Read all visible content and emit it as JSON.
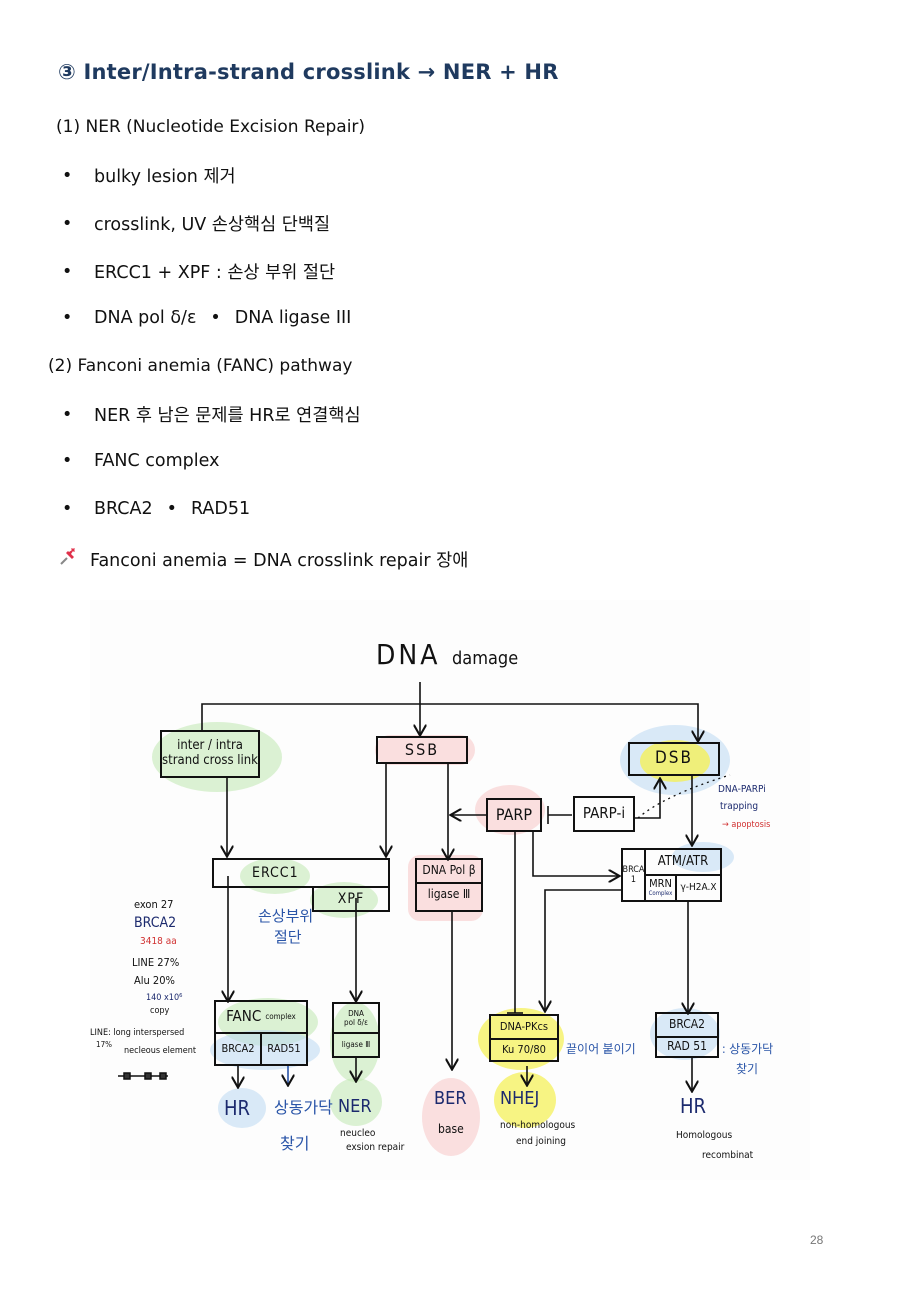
{
  "heading": "③ Inter/Intra-strand crosslink → NER + HR",
  "section1": {
    "title": "(1) NER (Nucleotide Excision Repair)",
    "bullets": [
      "bulky lesion 제거",
      "crosslink, UV 손상핵심 단백질",
      "ERCC1 + XPF : 손상 부위 절단"
    ],
    "inline_bullets": [
      "DNA pol δ/ε",
      "DNA ligase III"
    ]
  },
  "section2": {
    "title": "(2) Fanconi anemia (FANC) pathway",
    "bullets": [
      "NER 후 남은 문제를 HR로 연결핵심",
      "FANC complex"
    ],
    "inline_bullets": [
      "BRCA2",
      "RAD51"
    ]
  },
  "note": {
    "icon": "pushpin-icon",
    "text": "Fanconi anemia = DNA crosslink repair 장애"
  },
  "bullet_char": "•",
  "diagram": {
    "title_dna": "DNA",
    "title_damage": "damage",
    "crosslink_line1": "inter / intra",
    "crosslink_line2": "strand cross link",
    "ssb": "SSB",
    "dsb": "DSB",
    "parp": "PARP",
    "parp_i": "PARP-i",
    "trapping_line1": "DNA-PARPi",
    "trapping_line2": "trapping",
    "trapping_line3": "→ apoptosis",
    "ercc1": "ERCC1",
    "xpf": "XPF",
    "cut_note_line1": "손상부위",
    "cut_note_line2": "절단",
    "polb": "DNA Pol β",
    "ligase3_a": "ligase Ⅲ",
    "brca1_line1": "BRCA",
    "brca1_line2": "1",
    "atm_atr": "ATM/ATR",
    "mrn": "MRN",
    "mrn_sub": "Complex",
    "h2ax": "γ-H2A.X",
    "side_notes": [
      "exon 27",
      "BRCA2",
      "3418 aa",
      "LINE 27%",
      "Alu 20%",
      "140 x10⁶",
      "copy"
    ],
    "line_note_1": "LINE: long interspersed",
    "line_note_2": "17%",
    "line_note_3": "necleous element",
    "fanc": "FANC",
    "fanc_sub": "complex",
    "fanc_brca2": "BRCA2",
    "fanc_rad51": "RAD51",
    "pol_de_line1": "DNA",
    "pol_de_line2": "pol δ/ε",
    "ligase3_b": "ligase Ⅲ",
    "hr_left": "HR",
    "homolog_left_1": "상동가닥",
    "homolog_left_2": "찾기",
    "ner": "NER",
    "ner_desc_1": "neucleo",
    "ner_desc_2": "exsion repair",
    "ber": "BER",
    "ber_desc": "base",
    "dnapk": "DNA-PKcs",
    "ku": "Ku 70/80",
    "join_note": "끝이어 붙이기",
    "nhej": "NHEJ",
    "nhej_desc_1": "non-homologous",
    "nhej_desc_2": "end joining",
    "brca2_right": "BRCA2",
    "rad51_right": "RAD 51",
    "homolog_right_1": ": 상동가닥",
    "homolog_right_2": "찾기",
    "hr_right": "HR",
    "hr_desc_1": "Homologous",
    "hr_desc_2": "recombinat",
    "colors": {
      "green": "#bfe8b0",
      "pink": "#f7c6c6",
      "blue": "#bcd8f2",
      "yellow": "#f4f05a",
      "note_blue": "#2a55a8",
      "note_red": "#d03030",
      "note_navy": "#1c2a6e"
    }
  },
  "page_number": "28"
}
